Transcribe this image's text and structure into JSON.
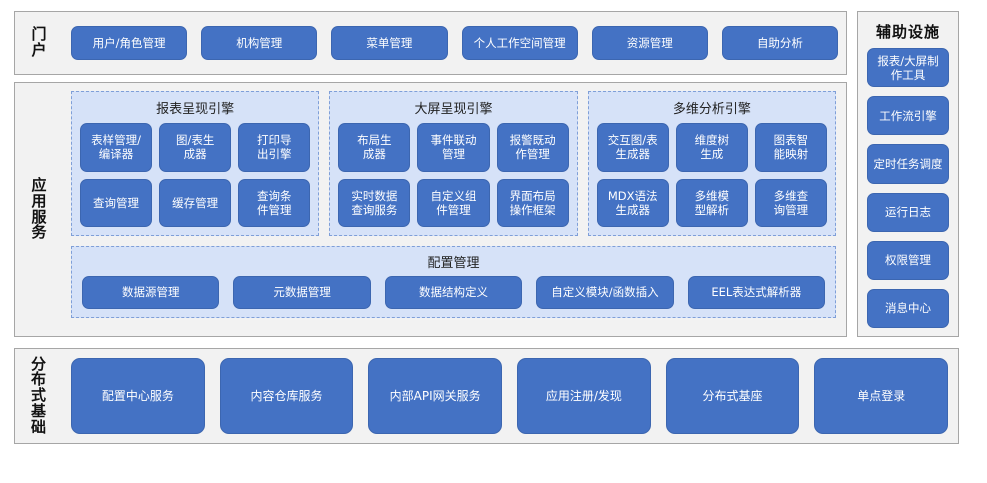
{
  "sections": {
    "portal": {
      "label": "门户",
      "buttons": [
        "用户/角色管理",
        "机构管理",
        "菜单管理",
        "个人工作空间管理",
        "资源管理",
        "自助分析"
      ]
    },
    "app_services": {
      "label": "应用服务",
      "engines": [
        {
          "title": "报表呈现引擎",
          "items": [
            "表样管理/\n编译器",
            "图/表生\n成器",
            "打印导\n出引擎",
            "查询管理",
            "缓存管理",
            "查询条\n件管理"
          ]
        },
        {
          "title": "大屏呈现引擎",
          "items": [
            "布局生\n成器",
            "事件联动\n管理",
            "报警既动\n作管理",
            "实时数据\n查询服务",
            "自定义组\n件管理",
            "界面布局\n操作框架"
          ]
        },
        {
          "title": "多维分析引擎",
          "items": [
            "交互图/表\n生成器",
            "维度树\n生成",
            "图表智\n能映射",
            "MDX语法\n生成器",
            "多维模\n型解析",
            "多维查\n询管理"
          ]
        }
      ],
      "config": {
        "title": "配置管理",
        "items": [
          "数据源管理",
          "元数据管理",
          "数据结构定义",
          "自定义模块/函数插入",
          "EEL表达式解析器"
        ]
      }
    },
    "distributed_base": {
      "label": "分布式基础",
      "buttons": [
        "配置中心服务",
        "内容仓库服务",
        "内部API网关服务",
        "应用注册/发现",
        "分布式基座",
        "单点登录"
      ]
    },
    "auxiliary": {
      "title": "辅助设施",
      "buttons": [
        "报表/大屏制\n作工具",
        "工作流引擎",
        "定时任务调度",
        "运行日志",
        "权限管理",
        "消息中心"
      ]
    }
  },
  "colors": {
    "button_blue": "#4472C4",
    "panel_gray": "#F2F2F2",
    "panel_border": "#A6A6A6",
    "group_blue": "#D6E2F8",
    "group_border": "#7F9FD8",
    "text_white": "#FFFFFF",
    "text_dark": "#111111"
  }
}
